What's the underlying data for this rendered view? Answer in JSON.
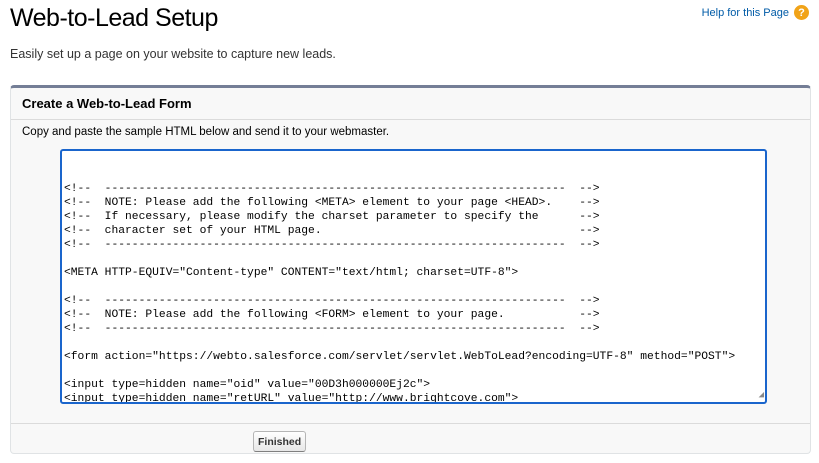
{
  "header": {
    "title": "Web-to-Lead Setup",
    "help_link": "Help for this Page",
    "help_icon": "?",
    "subtitle": "Easily set up a page on your website to capture new leads."
  },
  "panel": {
    "title": "Create a Web-to-Lead Form",
    "instructions": "Copy and paste the sample HTML below and send it to your webmaster.",
    "code_lines": [
      "<!--  --------------------------------------------------------------------  -->",
      "<!--  NOTE: Please add the following <META> element to your page <HEAD>.    -->",
      "<!--  If necessary, please modify the charset parameter to specify the      -->",
      "<!--  character set of your HTML page.                                      -->",
      "<!--  --------------------------------------------------------------------  -->",
      "",
      "<META HTTP-EQUIV=\"Content-type\" CONTENT=\"text/html; charset=UTF-8\">",
      "",
      "<!--  --------------------------------------------------------------------  -->",
      "<!--  NOTE: Please add the following <FORM> element to your page.           -->",
      "<!--  --------------------------------------------------------------------  -->",
      "",
      "<form action=\"https://webto.salesforce.com/servlet/servlet.WebToLead?encoding=UTF-8\" method=\"POST\">",
      "",
      "<input type=hidden name=\"oid\" value=\"00D3h000000Ej2c\">",
      "<input type=hidden name=\"retURL\" value=\"http://www.brightcove.com\">",
      "",
      "<!--  --------------------------------------------------------------------  -->"
    ],
    "finished_button": "Finished"
  },
  "colors": {
    "accent": "#1a65cc",
    "panel_border": "#747e96",
    "link": "#015ba7",
    "help": "#f1a318"
  }
}
